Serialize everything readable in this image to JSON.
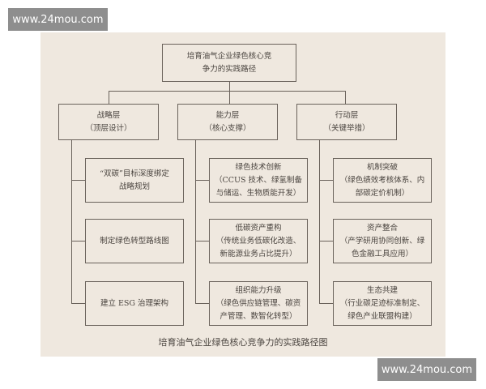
{
  "watermark": "www.24mou.com",
  "root": {
    "line1": "培育油气企业绿色核心竞",
    "line2": "争力的实践路径"
  },
  "layers": [
    {
      "title": "战略层",
      "sub": "（顶层设计）",
      "items": [
        {
          "lines": [
            "“双碳”目标深度绑定",
            "战略规划"
          ]
        },
        {
          "lines": [
            "制定绿色转型路线图"
          ]
        },
        {
          "lines": [
            "建立 ESG 治理架构"
          ]
        }
      ]
    },
    {
      "title": "能力层",
      "sub": "（核心支撑）",
      "items": [
        {
          "lines": [
            "绿色技术创新",
            "（CCUS 技术、绿氢制备",
            "与储运、生物质能开发）"
          ]
        },
        {
          "lines": [
            "低碳资产重构",
            "（传统业务低碳化改造、",
            "新能源业务占比提升）"
          ]
        },
        {
          "lines": [
            "组织能力升级",
            "（绿色供应链管理、碳资",
            "产管理、数智化转型）"
          ]
        }
      ]
    },
    {
      "title": "行动层",
      "sub": "（关键举措）",
      "items": [
        {
          "lines": [
            "机制突破",
            "（绿色绩效考核体系、内",
            "部碳定价机制）"
          ]
        },
        {
          "lines": [
            "资产整合",
            "（产学研用协同创新、绿",
            "色金融工具应用）"
          ]
        },
        {
          "lines": [
            "生态共建",
            "（行业碳足迹标准制定、",
            "绿色产业联盟构建）"
          ]
        }
      ]
    }
  ],
  "caption": "培育油气企业绿色核心竞争力的实践路径图"
}
